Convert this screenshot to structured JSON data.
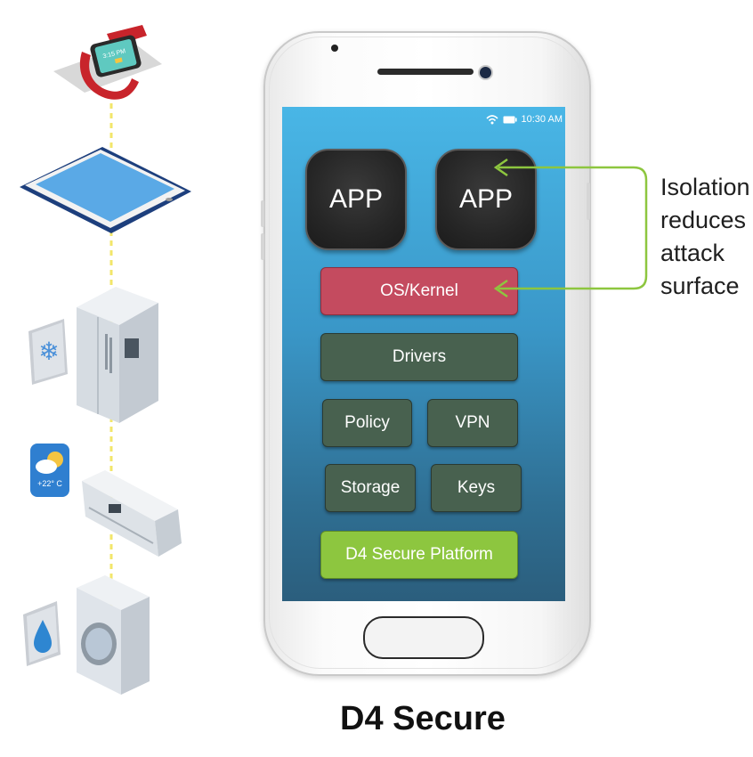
{
  "phone": {
    "status_time": "10:30 AM",
    "apps": [
      "APP",
      "APP"
    ],
    "layers": {
      "kernel": "OS/Kernel",
      "drivers": "Drivers",
      "policy": "Policy",
      "vpn": "VPN",
      "storage": "Storage",
      "keys": "Keys",
      "platform": "D4 Secure Platform"
    }
  },
  "annotation": {
    "lines": [
      "Isolation",
      "reduces",
      "attack",
      "surface"
    ]
  },
  "caption": "D4 Secure",
  "devices": {
    "watch_time": "3:15 PM",
    "ac_temperature": "+22° C"
  },
  "colors": {
    "screen_top": "#49b6e6",
    "screen_bottom": "#2b5e7d",
    "kernel": "#c44b5f",
    "layer_dark": "#48614f",
    "platform": "#8dc63f",
    "arrow": "#8dc63f",
    "connector": "#f2e66a"
  },
  "icons": [
    "smartwatch-icon",
    "tablet-icon",
    "refrigerator-icon",
    "snowflake-icon",
    "air-conditioner-icon",
    "weather-icon",
    "washing-machine-icon",
    "water-drop-icon",
    "wifi-icon",
    "battery-icon"
  ]
}
